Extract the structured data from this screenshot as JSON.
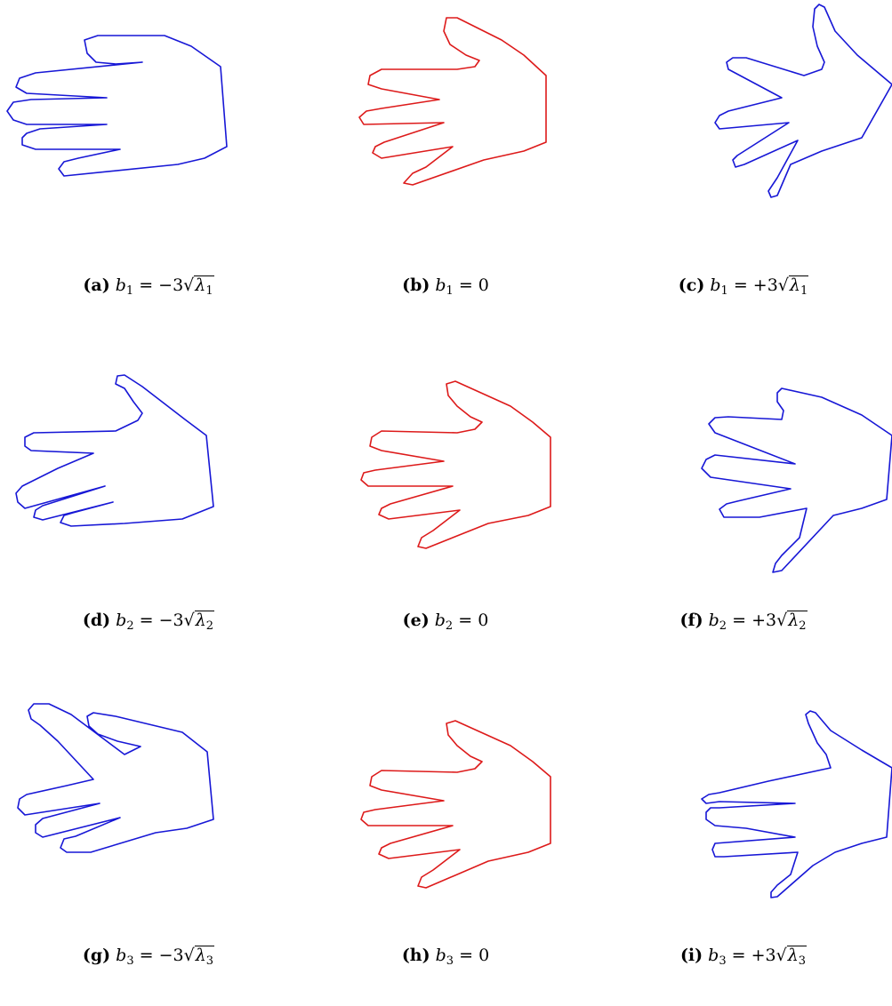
{
  "colors": {
    "mean": "#dd1a1a",
    "variant": "#1717d6"
  },
  "panels": [
    {
      "label": "(a)",
      "b": "b",
      "b_sub": "1",
      "op": "= −3",
      "sqrt_sym": "√",
      "lambda": "λ",
      "lambda_sub": "1",
      "outline": "variant"
    },
    {
      "label": "(b)",
      "b": "b",
      "b_sub": "1",
      "op": "= 0",
      "outline": "mean"
    },
    {
      "label": "(c)",
      "b": "b",
      "b_sub": "1",
      "op": "= +3",
      "sqrt_sym": "√",
      "lambda": "λ",
      "lambda_sub": "1",
      "outline": "variant"
    },
    {
      "label": "(d)",
      "b": "b",
      "b_sub": "2",
      "op": "= −3",
      "sqrt_sym": "√",
      "lambda": "λ",
      "lambda_sub": "2",
      "outline": "variant"
    },
    {
      "label": "(e)",
      "b": "b",
      "b_sub": "2",
      "op": "= 0",
      "outline": "mean"
    },
    {
      "label": "(f)",
      "b": "b",
      "b_sub": "2",
      "op": "= +3",
      "sqrt_sym": "√",
      "lambda": "λ",
      "lambda_sub": "2",
      "outline": "variant"
    },
    {
      "label": "(g)",
      "b": "b",
      "b_sub": "3",
      "op": "= −3",
      "sqrt_sym": "√",
      "lambda": "λ",
      "lambda_sub": "3",
      "outline": "variant"
    },
    {
      "label": "(h)",
      "b": "b",
      "b_sub": "3",
      "op": "= 0",
      "outline": "mean"
    },
    {
      "label": "(i)",
      "b": "b",
      "b_sub": "3",
      "op": "= +3",
      "sqrt_sym": "√",
      "lambda": "λ",
      "lambda_sub": "3",
      "outline": "variant"
    }
  ]
}
